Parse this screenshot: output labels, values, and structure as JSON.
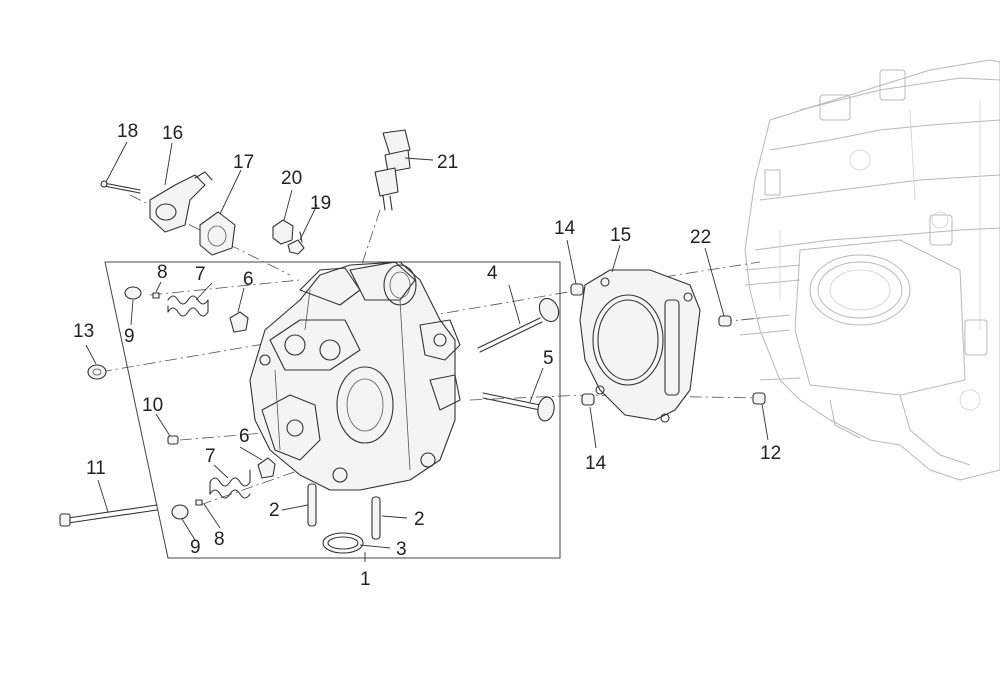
{
  "diagram": {
    "callouts": [
      {
        "id": "c1",
        "text": "1"
      },
      {
        "id": "c2a",
        "text": "2"
      },
      {
        "id": "c2b",
        "text": "2"
      },
      {
        "id": "c3",
        "text": "3"
      },
      {
        "id": "c4",
        "text": "4"
      },
      {
        "id": "c5",
        "text": "5"
      },
      {
        "id": "c6a",
        "text": "6"
      },
      {
        "id": "c6b",
        "text": "6"
      },
      {
        "id": "c7a",
        "text": "7"
      },
      {
        "id": "c7b",
        "text": "7"
      },
      {
        "id": "c8a",
        "text": "8"
      },
      {
        "id": "c8b",
        "text": "8"
      },
      {
        "id": "c9a",
        "text": "9"
      },
      {
        "id": "c9b",
        "text": "9"
      },
      {
        "id": "c10",
        "text": "10"
      },
      {
        "id": "c11",
        "text": "11"
      },
      {
        "id": "c12",
        "text": "12"
      },
      {
        "id": "c13",
        "text": "13"
      },
      {
        "id": "c14a",
        "text": "14"
      },
      {
        "id": "c14b",
        "text": "14"
      },
      {
        "id": "c15",
        "text": "15"
      },
      {
        "id": "c16",
        "text": "16"
      },
      {
        "id": "c17",
        "text": "17"
      },
      {
        "id": "c18",
        "text": "18"
      },
      {
        "id": "c19",
        "text": "19"
      },
      {
        "id": "c20",
        "text": "20"
      },
      {
        "id": "c21",
        "text": "21"
      },
      {
        "id": "c22",
        "text": "22"
      }
    ]
  }
}
